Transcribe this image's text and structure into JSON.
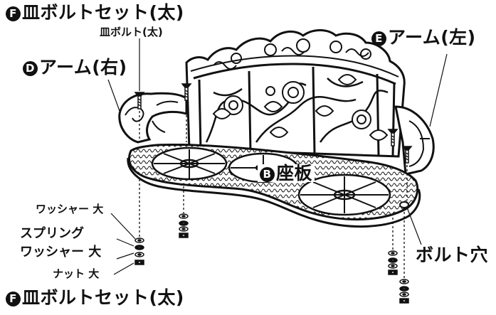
{
  "labels": {
    "f_top": {
      "badge": "F",
      "text": "皿ボルトセット(太)"
    },
    "sara_bolt": "皿ボルト(太)",
    "d_arm": {
      "badge": "D",
      "text": "アーム(右)"
    },
    "e_arm": {
      "badge": "E",
      "text": "アーム(左)"
    },
    "b_seat": {
      "badge": "B",
      "text": "座板"
    },
    "washer_1": "ワッシャー 大",
    "spring_1": "スプリング",
    "spring_2": "ワッシャー 大",
    "nut": "ナット 大",
    "bolt_hole": "ボルト穴",
    "f_bottom": {
      "badge": "F",
      "text": "皿ボルトセット(太)"
    }
  }
}
